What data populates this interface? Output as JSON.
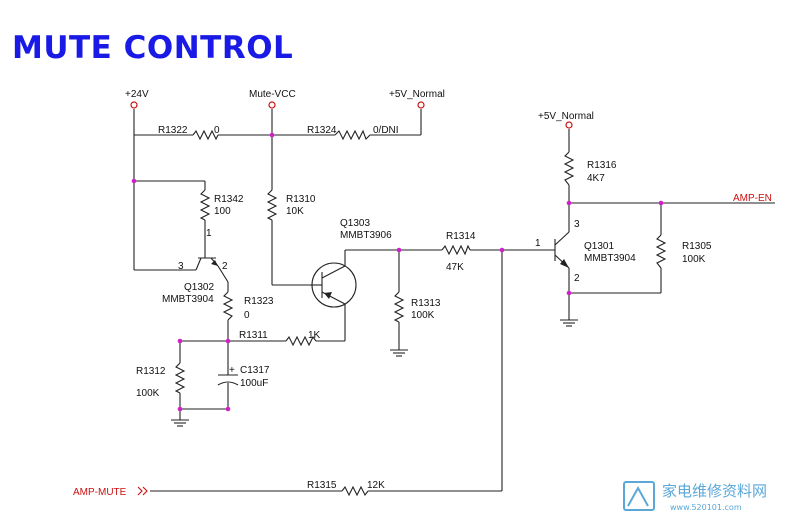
{
  "title": "MUTE CONTROL",
  "colors": {
    "title": "#1a1ae6",
    "wire": "#222222",
    "junction": "#d020c8",
    "net": "#cc1010",
    "watermark": "#5aa7d8"
  },
  "rails": {
    "v24": "+24V",
    "mute_vcc": "Mute-VCC",
    "v5_normal_a": "+5V_Normal",
    "v5_normal_b": "+5V_Normal"
  },
  "nets": {
    "amp_en": "AMP-EN",
    "amp_mute": "AMP-MUTE"
  },
  "components": {
    "r1322": {
      "ref": "R1322",
      "value": "0"
    },
    "r1324": {
      "ref": "R1324",
      "value": "0/DNI"
    },
    "r1342": {
      "ref": "R1342",
      "value": "100"
    },
    "r1310": {
      "ref": "R1310",
      "value": "10K"
    },
    "q1302": {
      "ref": "Q1302",
      "type": "MMBT3904",
      "pin1": "1",
      "pin2": "2",
      "pin3": "3"
    },
    "r1323": {
      "ref": "R1323",
      "value": "0"
    },
    "r1311": {
      "ref": "R1311",
      "value": "1K"
    },
    "r1312": {
      "ref": "R1312",
      "value": "100K"
    },
    "c1317": {
      "ref": "C1317",
      "value": "100uF",
      "plus": "+"
    },
    "q1303": {
      "ref": "Q1303",
      "type": "MMBT3906"
    },
    "r1314": {
      "ref": "R1314",
      "value": "47K"
    },
    "r1313": {
      "ref": "R1313",
      "value": "100K"
    },
    "r1316": {
      "ref": "R1316",
      "value": "4K7"
    },
    "q1301": {
      "ref": "Q1301",
      "type": "MMBT3904",
      "pin1": "1",
      "pin2": "2",
      "pin3": "3"
    },
    "r1305": {
      "ref": "R1305",
      "value": "100K"
    },
    "r1315": {
      "ref": "R1315",
      "value": "12K"
    }
  },
  "watermark": {
    "cn": "家电维修资料网",
    "url": "www.520101.com"
  }
}
